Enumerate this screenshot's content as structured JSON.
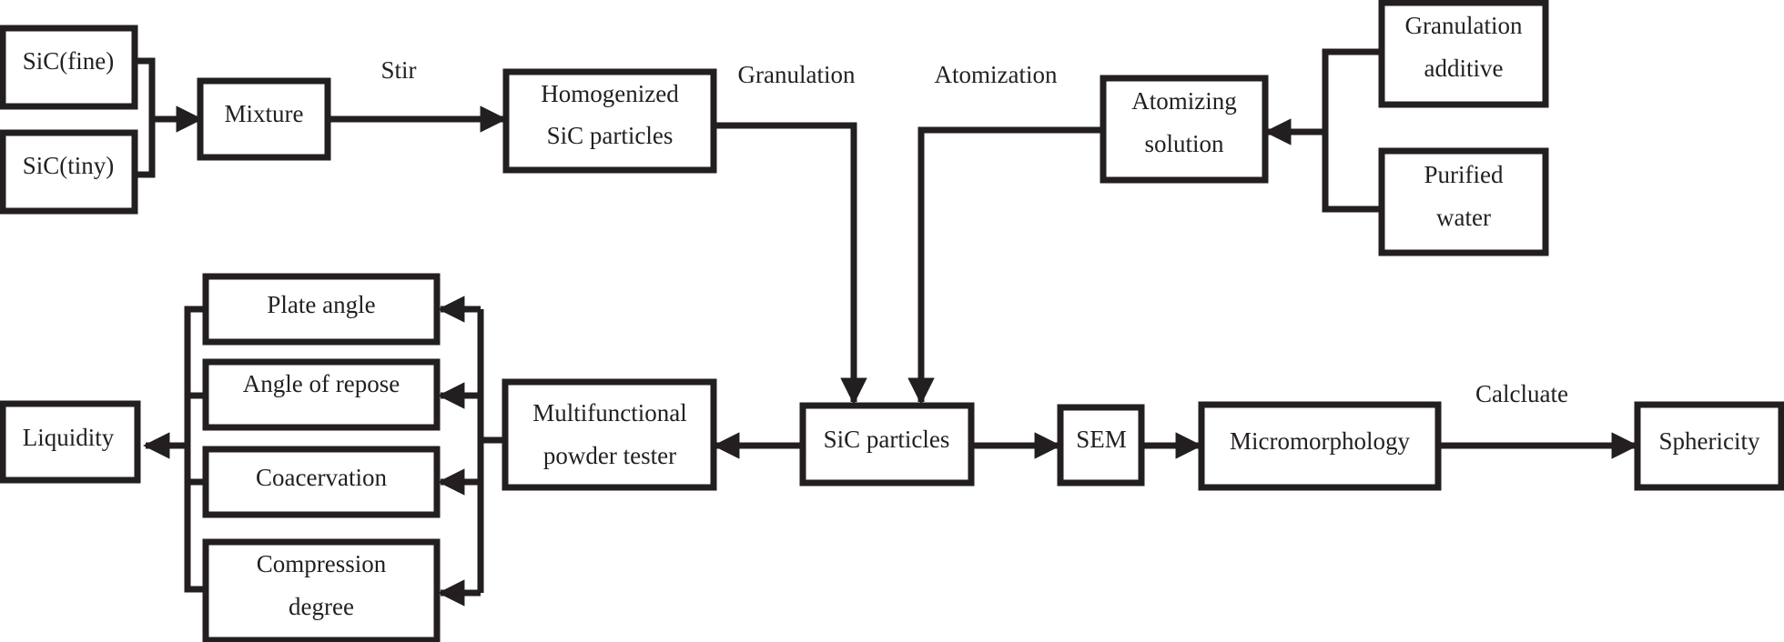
{
  "colors": {
    "ink": "#231f20",
    "background": "#ffffff"
  },
  "nodes": {
    "sic_fine": "SiC(fine)",
    "sic_tiny": "SiC(tiny)",
    "mixture": "Mixture",
    "homogenized_1": "Homogenized",
    "homogenized_2": "SiC particles",
    "atomizing_1": "Atomizing",
    "atomizing_2": "solution",
    "granulation_additive_1": "Granulation",
    "granulation_additive_2": "additive",
    "purified_water_1": "Purified",
    "purified_water_2": "water",
    "plate_angle": "Plate angle",
    "angle_of_repose": "Angle of repose",
    "coacervation": "Coacervation",
    "compression_1": "Compression",
    "compression_2": "degree",
    "liquidity": "Liquidity",
    "powder_tester_1": "Multifunctional",
    "powder_tester_2": "powder tester",
    "sic_particles": "SiC particles",
    "sem": "SEM",
    "micromorphology": "Micromorphology",
    "sphericity": "Sphericity"
  },
  "edge_labels": {
    "stir": "Stir",
    "granulation": "Granulation",
    "atomization": "Atomization",
    "calculate": "Calcluate"
  }
}
